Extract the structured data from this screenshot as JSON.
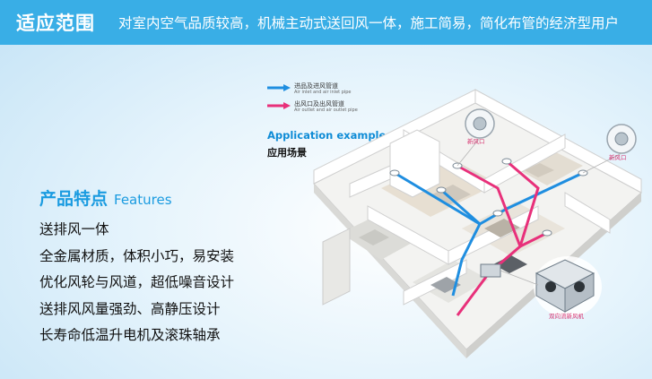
{
  "header": {
    "title": "适应范围",
    "description": "对室内空气品质较高，机械主动式送回风一体，施工简易，简化布管的经济型用户"
  },
  "legend": [
    {
      "cn": "进品及进风管道",
      "en": "Air inlet and air inlet pipe",
      "color": "#1f8ee0",
      "icon": "blue-arrow-icon"
    },
    {
      "cn": "出风口及出风管道",
      "en": "Air outlet and air outlet pipe",
      "color": "#e8307a",
      "icon": "pink-arrow-icon"
    }
  ],
  "application": {
    "en": "Application example",
    "cn": "应用场景"
  },
  "features": {
    "title_cn": "产品特点",
    "title_en": "Features",
    "items": [
      "送排风一体",
      "全金属材质，体积小巧，易安装",
      "优化风轮与风道，超低噪音设计",
      "送排风风量强劲、高静压设计",
      "长寿命低温升电机及滚珠轴承"
    ]
  },
  "callouts": {
    "inlet_1": "新风口",
    "inlet_2": "新风口",
    "device": "双向流新风机"
  },
  "colors": {
    "brand": "#39aee6",
    "accent": "#1a9be0",
    "inlet": "#1f8ee0",
    "outlet": "#e8307a"
  }
}
